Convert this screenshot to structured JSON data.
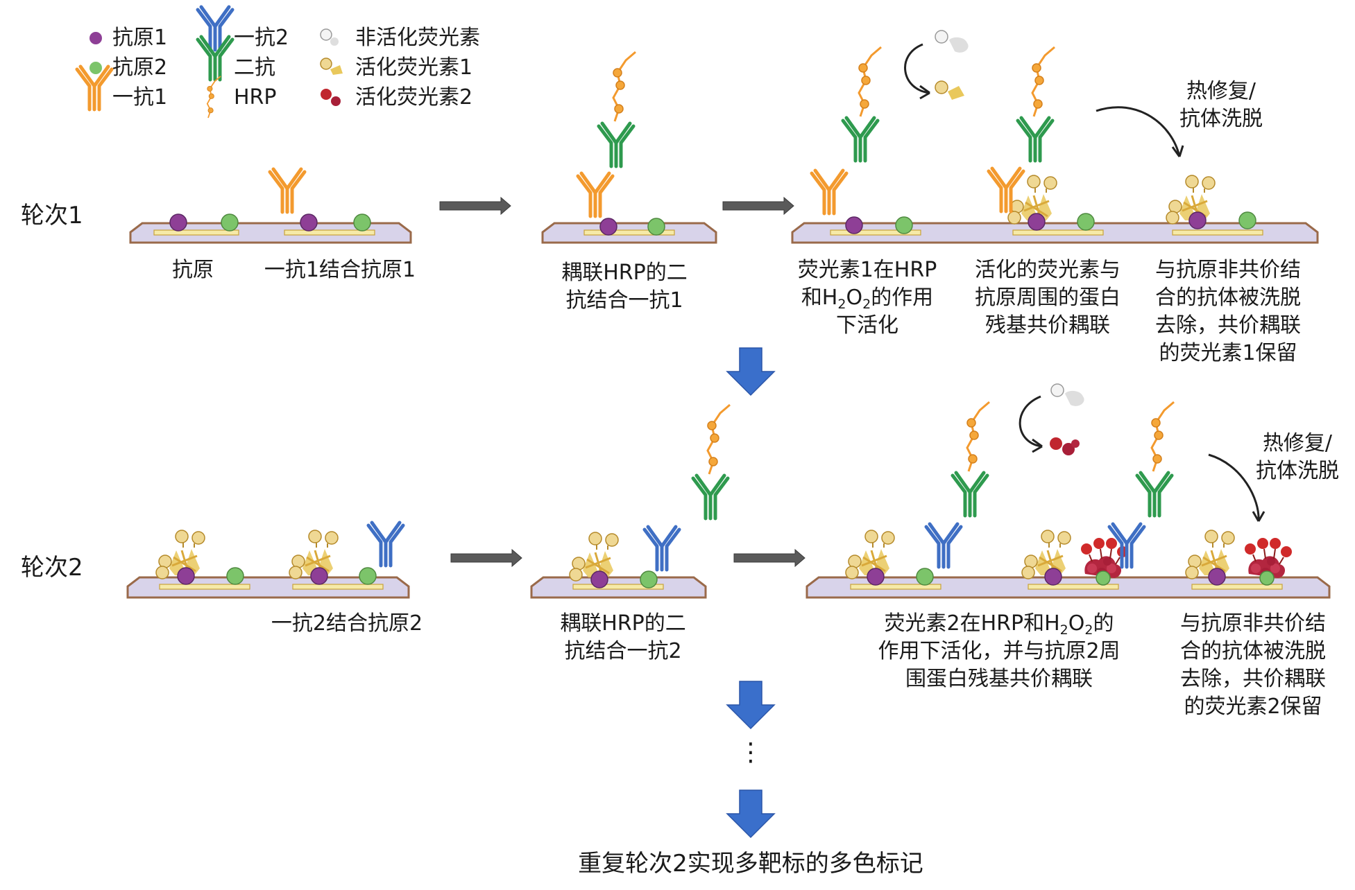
{
  "legend": {
    "antigen1": "抗原1",
    "antigen2": "抗原2",
    "primary1": "一抗1",
    "primary2": "一抗2",
    "secondary": "二抗",
    "hrp": "HRP",
    "inactive_fluor": "非活化荧光素",
    "active_fluor1": "活化荧光素1",
    "active_fluor2": "活化荧光素2"
  },
  "rounds": {
    "round1": "轮次1",
    "round2": "轮次2"
  },
  "round1_captions": {
    "c1a": "抗原",
    "c1b": "一抗1结合抗原1",
    "c2": [
      "耦联HRP的二",
      "抗结合一抗1"
    ],
    "c3": {
      "l1": "荧光素1在HRP",
      "l2a": "和H",
      "l2_sub1": "2",
      "l2b": "O",
      "l2_sub2": "2",
      "l2c": "的作用",
      "l3": "下活化"
    },
    "c4": [
      "活化的荧光素与",
      "抗原周围的蛋白",
      "残基共价耦联"
    ],
    "c5": [
      "与抗原非共价结",
      "合的抗体被洗脱",
      "去除，共价耦联",
      "的荧光素1保留"
    ],
    "heat_label": [
      "热修复/",
      "抗体洗脱"
    ]
  },
  "round2_captions": {
    "c1": "一抗2结合抗原2",
    "c2": [
      "耦联HRP的二",
      "抗结合一抗2"
    ],
    "c3": {
      "l1a": "荧光素2在HRP和H",
      "l1_sub1": "2",
      "l1b": "O",
      "l1_sub2": "2",
      "l1c": "的",
      "l2": "作用下活化，并与抗原2周",
      "l3": "围蛋白残基共价耦联"
    },
    "c4": [
      "与抗原非共价结",
      "合的抗体被洗脱",
      "去除，共价耦联",
      "的荧光素2保留"
    ],
    "heat_label": [
      "热修复/",
      "抗体洗脱"
    ]
  },
  "ellipsis": "⋮",
  "final_text": "重复轮次2实现多靶标的多色标记",
  "colors": {
    "antigen1": "#8e3f96",
    "antigen2": "#7cc46a",
    "primary1": "#f39a2e",
    "primary2": "#3f6fc4",
    "secondary": "#2e9a4e",
    "hrp": "#f39a2e",
    "fluor_inactive": "#d9d9d9",
    "fluor1": "#efcf72",
    "fluor2": "#c0262e",
    "slide_fill": "#d8d3ea",
    "slide_stroke": "#9a6a4a",
    "flow_arrow": "#3a6fcb",
    "step_arrow": "#595959"
  }
}
